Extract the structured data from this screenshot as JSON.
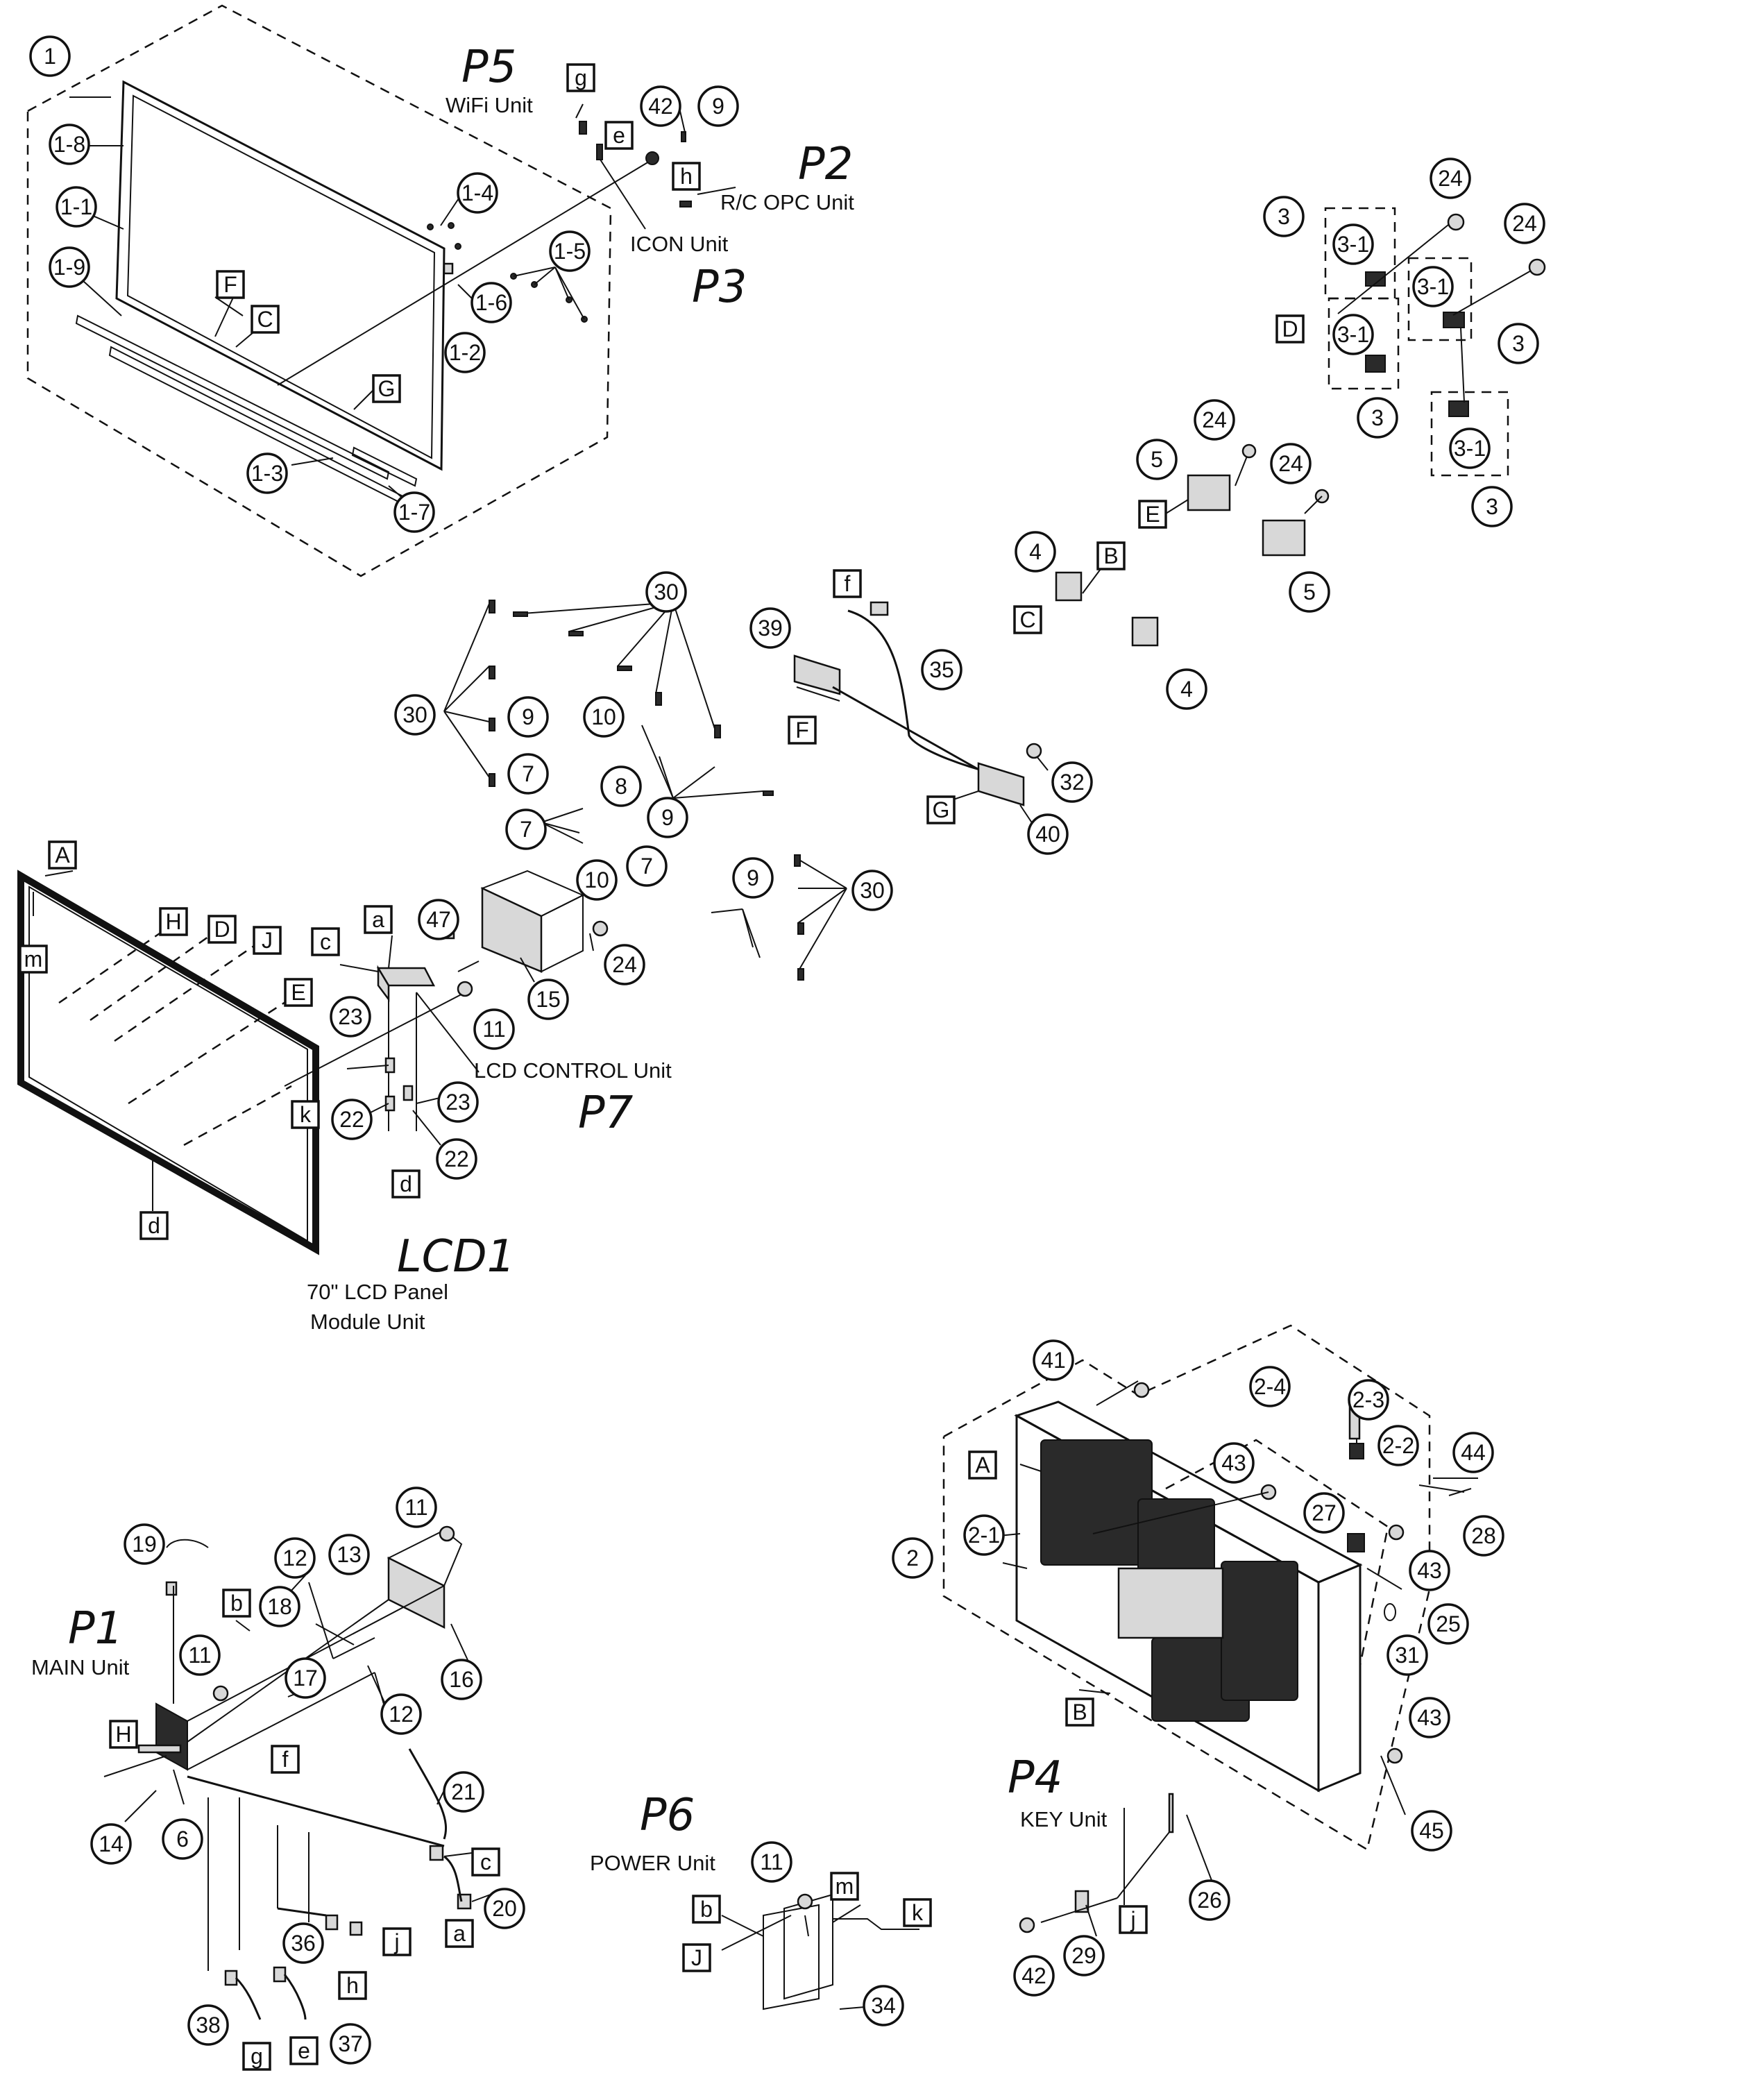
{
  "unit_labels": [
    {
      "id": "wifi",
      "code": "P5",
      "name": "WiFi Unit"
    },
    {
      "id": "rc-opc",
      "code": "P2",
      "name": "R/C OPC Unit"
    },
    {
      "id": "icon",
      "code": "P3",
      "name": "ICON Unit"
    },
    {
      "id": "lcd-control",
      "code": "P7",
      "name": "LCD CONTROL Unit"
    },
    {
      "id": "lcd-panel",
      "code": "LCD1",
      "name_line1": "70\" LCD Panel",
      "name_line2": "Module Unit"
    },
    {
      "id": "main",
      "code": "P1",
      "name": "MAIN Unit"
    },
    {
      "id": "power",
      "code": "P6",
      "name": "POWER Unit"
    },
    {
      "id": "key",
      "code": "P4",
      "name": "KEY Unit"
    }
  ],
  "callouts": [
    "1",
    "1-8",
    "1-1",
    "1-9",
    "1-3",
    "1-7",
    "1-4",
    "1-5",
    "1-6",
    "1-2",
    "42",
    "9",
    "3",
    "3-1",
    "24",
    "3-1",
    "24",
    "3-1",
    "3",
    "3",
    "3-1",
    "3",
    "24",
    "5",
    "24",
    "5",
    "4",
    "4",
    "30",
    "30",
    "9",
    "10",
    "7",
    "8",
    "9",
    "7",
    "10",
    "7",
    "39",
    "35",
    "32",
    "40",
    "9",
    "30",
    "47",
    "24",
    "15",
    "11",
    "23",
    "23",
    "22",
    "22",
    "41",
    "2-4",
    "2-3",
    "2-2",
    "44",
    "43",
    "27",
    "28",
    "2-1",
    "2",
    "43",
    "25",
    "31",
    "43",
    "45",
    "11",
    "19",
    "12",
    "13",
    "18",
    "11",
    "17",
    "12",
    "16",
    "21",
    "20",
    "14",
    "6",
    "36",
    "38",
    "37",
    "11",
    "34",
    "26",
    "42",
    "29"
  ],
  "letter_boxes": [
    "g",
    "e",
    "h",
    "D",
    "F",
    "C",
    "G",
    "B",
    "C",
    "E",
    "f",
    "F",
    "G",
    "A",
    "H",
    "D",
    "J",
    "m",
    "E",
    "a",
    "c",
    "k",
    "d",
    "d",
    "A",
    "B",
    "b",
    "H",
    "f",
    "c",
    "a",
    "j",
    "h",
    "g",
    "e",
    "b",
    "m",
    "J",
    "k",
    "j"
  ]
}
